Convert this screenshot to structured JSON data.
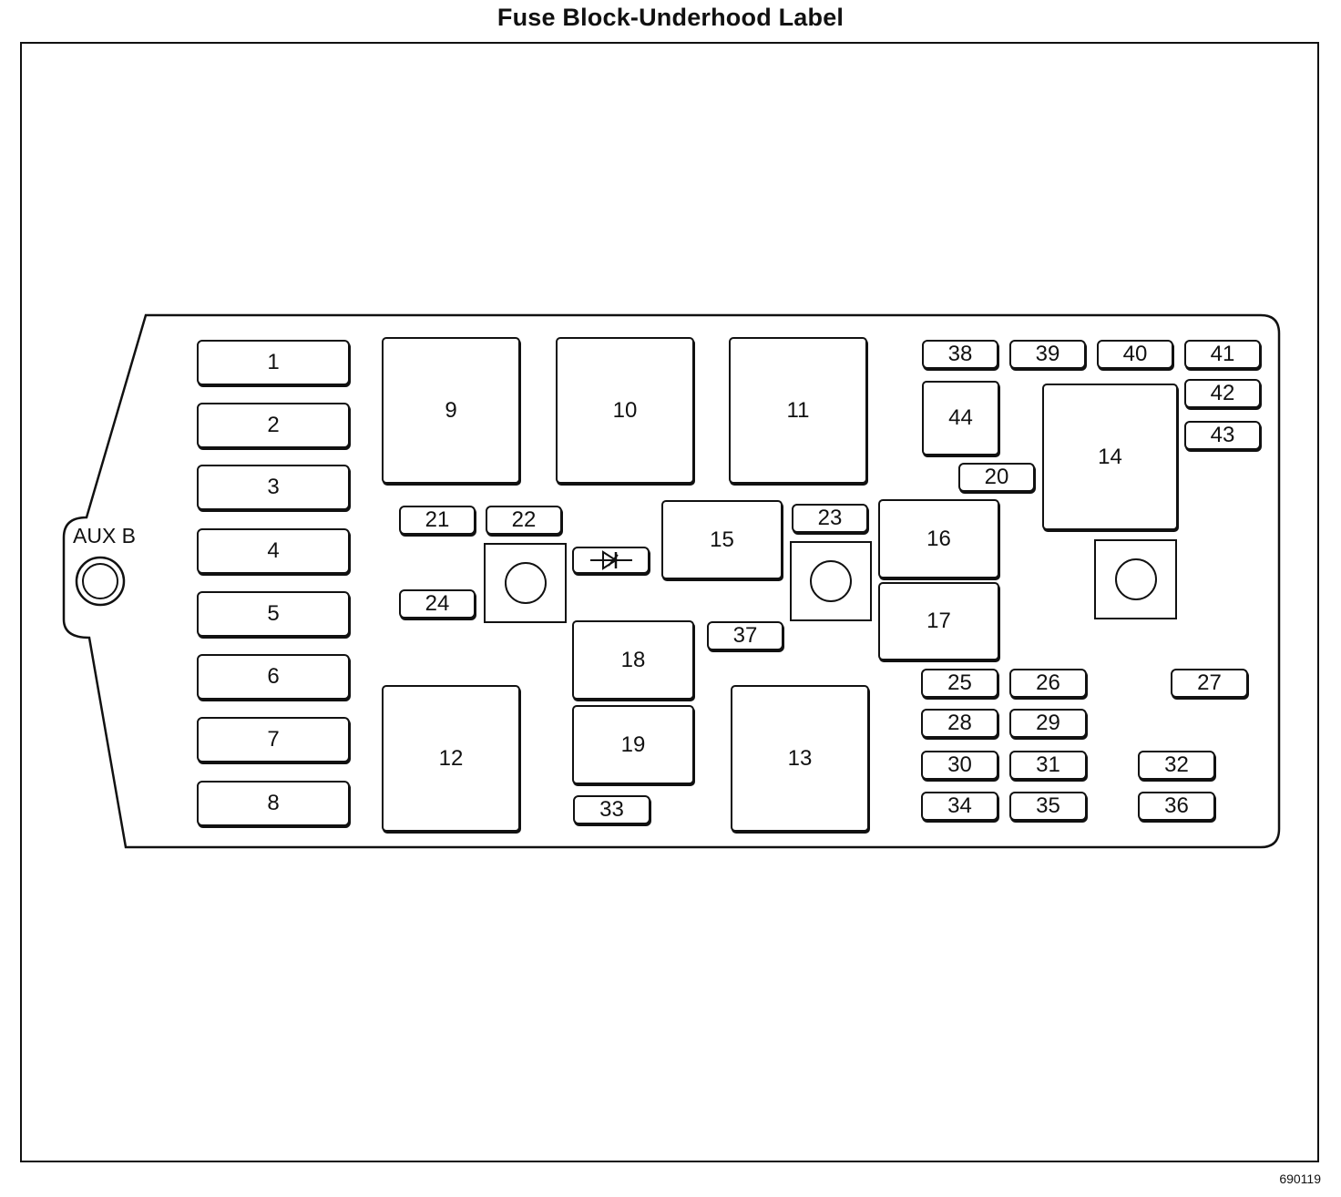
{
  "title": "Fuse Block-Underhood Label",
  "figure_code": "690119",
  "aux_label": "AUX B",
  "diode_symbol": "diode-icon",
  "fuses": {
    "f1": "1",
    "f2": "2",
    "f3": "3",
    "f4": "4",
    "f5": "5",
    "f6": "6",
    "f7": "7",
    "f8": "8",
    "f9": "9",
    "f10": "10",
    "f11": "11",
    "f12": "12",
    "f13": "13",
    "f14": "14",
    "f15": "15",
    "f16": "16",
    "f17": "17",
    "f18": "18",
    "f19": "19",
    "f20": "20",
    "f21": "21",
    "f22": "22",
    "f23": "23",
    "f24": "24",
    "f25": "25",
    "f26": "26",
    "f27": "27",
    "f28": "28",
    "f29": "29",
    "f30": "30",
    "f31": "31",
    "f32": "32",
    "f33": "33",
    "f34": "34",
    "f35": "35",
    "f36": "36",
    "f37": "37",
    "f38": "38",
    "f39": "39",
    "f40": "40",
    "f41": "41",
    "f42": "42",
    "f43": "43",
    "f44": "44"
  }
}
